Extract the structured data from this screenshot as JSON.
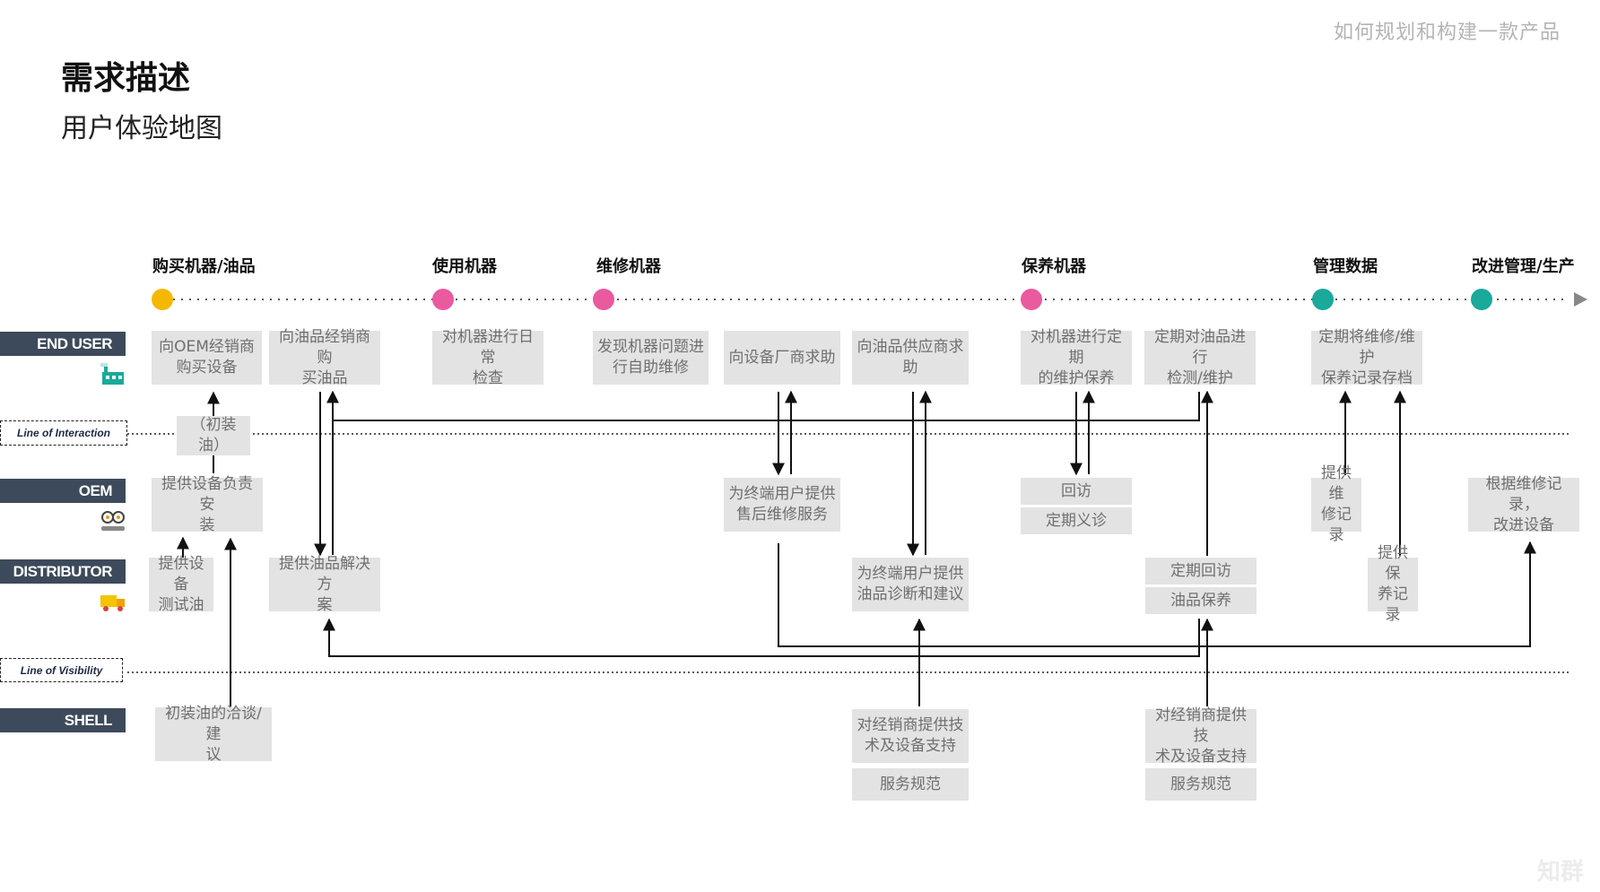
{
  "header": {
    "brand": "如何规划和构建一款产品",
    "title": "需求描述",
    "subtitle": "用户体验地图",
    "watermark": "知群"
  },
  "stages": [
    {
      "label": "购买机器/油品",
      "color": "#f5b800"
    },
    {
      "label": "使用机器",
      "color": "#ea5a9f"
    },
    {
      "label": "维修机器",
      "color": "#ea5a9f"
    },
    {
      "label": "保养机器",
      "color": "#ea5a9f"
    },
    {
      "label": "管理数据",
      "color": "#1aa99a"
    },
    {
      "label": "改进管理/生产",
      "color": "#1aa99a"
    }
  ],
  "lanes": {
    "end_user": "END USER",
    "oem": "OEM",
    "distributor": "DISTRIBUTOR",
    "shell": "SHELL",
    "line_interaction": "Line of Interaction",
    "line_visibility": "Line of Visibility"
  },
  "icons": {
    "end_user": "factory-icon",
    "oem": "gears-icon",
    "distributor": "truck-icon"
  },
  "cards": {
    "eu1": "向OEM经销商\n购买设备",
    "eu2": "向油品经销商购\n买油品",
    "eu3": "对机器进行日常\n检查",
    "eu4": "发现机器问题进\n行自助维修",
    "eu5": "向设备厂商求助",
    "eu6": "向油品供应商求\n助",
    "eu7": "对机器进行定期\n的维护保养",
    "eu8": "定期对油品进行\n检测/维护",
    "eu9": "定期将维修/维护\n保养记录存档",
    "init_oil": "（初装\n油）",
    "oem1": "提供设备负责安\n装",
    "oem2": "为终端用户提供\n售后维修服务",
    "oem3a": "回访",
    "oem3b": "定期义诊",
    "oem4": "提供维\n修记录",
    "oem5": "根据维修记录，\n改进设备",
    "d1": "提供设备\n测试油",
    "d2": "提供油品解决方\n案",
    "d3": "为终端用户提供\n油品诊断和建议",
    "d4a": "定期回访",
    "d4b": "油品保养",
    "d5": "提供保\n养记录",
    "s1": "初装油的洽谈/建\n议",
    "s2a": "对经销商提供技\n术及设备支持",
    "s2b": "服务规范",
    "s3a": "对经销商提供技\n术及设备支持",
    "s3b": "服务规范"
  }
}
